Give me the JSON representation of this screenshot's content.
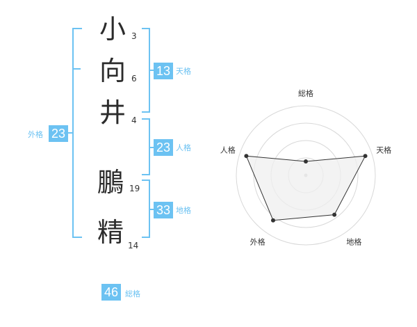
{
  "name_chars": [
    {
      "char": "小",
      "strokes": "3"
    },
    {
      "char": "向",
      "strokes": "6"
    },
    {
      "char": "井",
      "strokes": "4"
    },
    {
      "char": "鵬",
      "strokes": "19"
    },
    {
      "char": "精",
      "strokes": "14"
    }
  ],
  "scores": {
    "tenkaku": {
      "value": "13",
      "label": "天格"
    },
    "jinkaku": {
      "value": "23",
      "label": "人格"
    },
    "chikaku": {
      "value": "33",
      "label": "地格"
    },
    "gaikaku": {
      "value": "23",
      "label": "外格"
    },
    "soukaku": {
      "value": "46",
      "label": "総格"
    }
  },
  "chart_data": {
    "type": "radar",
    "axes": [
      "総格",
      "天格",
      "地格",
      "外格",
      "人格"
    ],
    "values": [
      0.2,
      0.9,
      0.7,
      0.8,
      0.9
    ],
    "range": [
      0,
      1
    ],
    "rings": 4,
    "colors": {
      "fill": "#efefef",
      "line": "#333333",
      "grid": "#d8d8d8"
    }
  }
}
